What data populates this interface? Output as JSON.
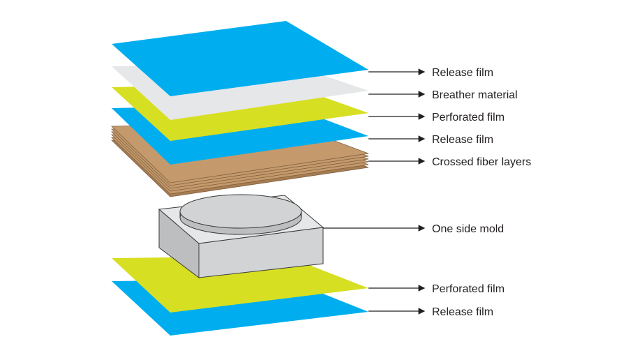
{
  "layers": [
    {
      "key": "release-film-top",
      "label": "Release film",
      "color": "#00aeef"
    },
    {
      "key": "breather-material",
      "label": "Breather material",
      "color": "#e6e7e8"
    },
    {
      "key": "perforated-film-top",
      "label": "Perforated film",
      "color": "#d7df23"
    },
    {
      "key": "release-film-middle",
      "label": "Release film",
      "color": "#00aeef"
    },
    {
      "key": "crossed-fiber-layers",
      "label": "Crossed fiber layers",
      "color": "#c49a6c"
    },
    {
      "key": "one-side-mold",
      "label": "One side mold",
      "color": "#d1d3d4"
    },
    {
      "key": "perforated-film-bottom",
      "label": "Perforated film",
      "color": "#d7df23"
    },
    {
      "key": "release-film-bottom",
      "label": "Release film",
      "color": "#00aeef"
    }
  ]
}
